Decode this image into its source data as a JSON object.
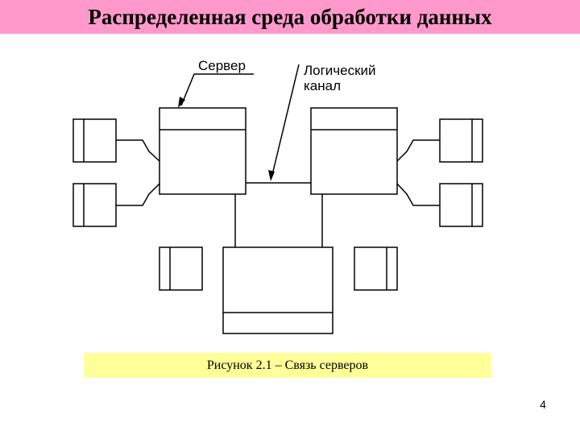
{
  "title": "Распределенная среда обработки данных",
  "diagram": {
    "label_server": "Сервер",
    "label_channel_line1": "Логический",
    "label_channel_line2": "канал"
  },
  "caption": "Рисунок 2.1 – Связь серверов",
  "page_number": "4",
  "colors": {
    "title_bg": "#ff99cc",
    "caption_bg": "#ffff99"
  }
}
